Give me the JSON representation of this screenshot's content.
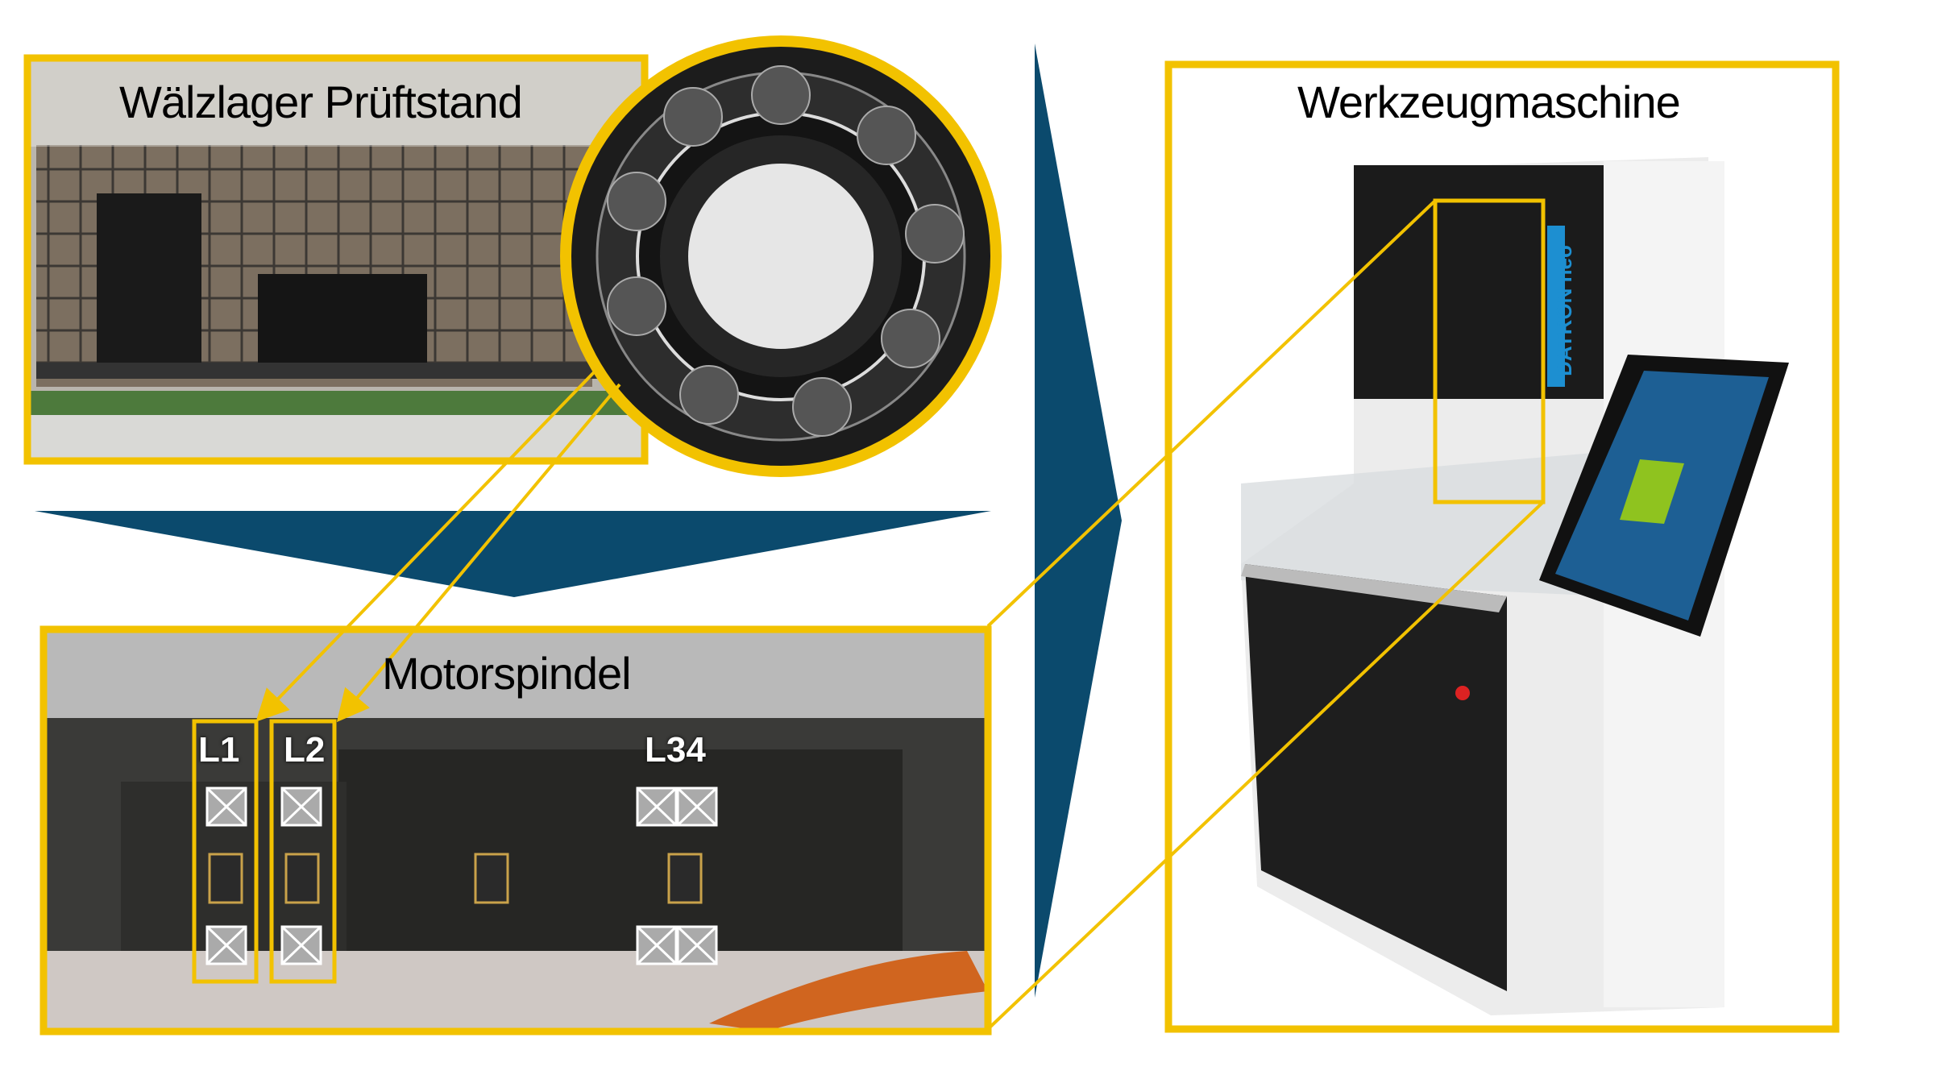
{
  "colors": {
    "accent_yellow": "#f2c200",
    "navy": "#0b4a6d"
  },
  "panels": {
    "test_rig": {
      "title": "Wälzlager Prüftstand"
    },
    "machine_tool": {
      "title": "Werkzeugmaschine",
      "brand_logo": "DATRON neo"
    },
    "spindle": {
      "title": "Motorspindel",
      "bearing_labels": [
        "L1",
        "L2",
        "L34"
      ]
    }
  }
}
